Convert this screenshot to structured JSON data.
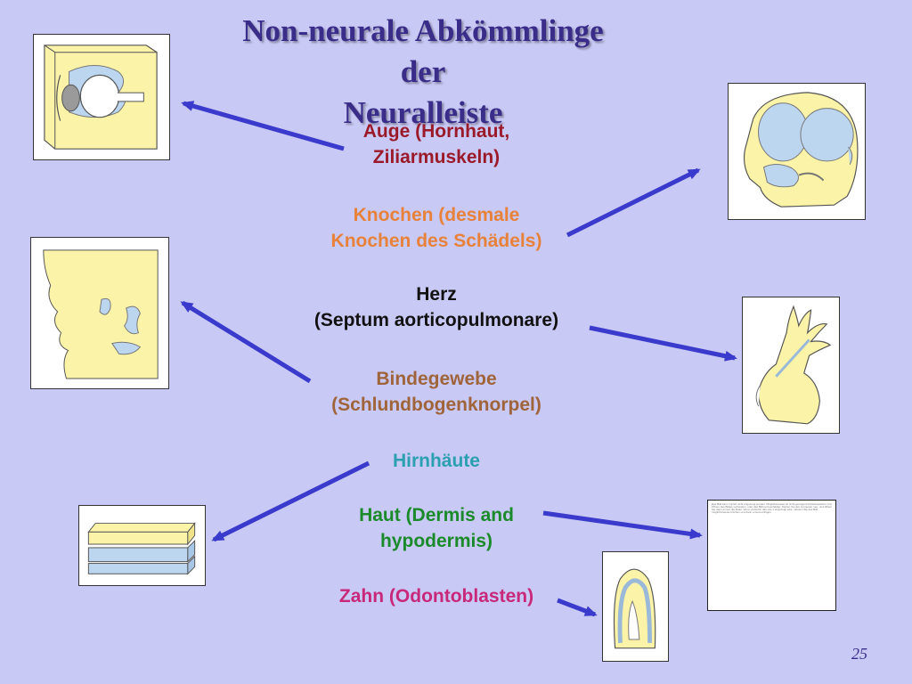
{
  "title": {
    "line1": "Non-neurale Abkömmlinge der",
    "line2": "Neuralleiste"
  },
  "labels": {
    "auge": {
      "line1": "Auge (Hornhaut,",
      "line2": "Ziliarmuskeln)",
      "color": "#9b1a2a"
    },
    "knochen": {
      "line1": "Knochen (desmale",
      "line2": "Knochen des Schädels)",
      "color": "#e8813a"
    },
    "herz": {
      "line1": "Herz",
      "line2": "(Septum aorticopulmonare)",
      "color": "#111111"
    },
    "bindegewebe": {
      "line1": "Bindegewebe",
      "line2": "(Schlundbogenknorpel)",
      "color": "#a0643a"
    },
    "hirnhaeute": {
      "line1": "Hirnhäute",
      "color": "#2aa0b0"
    },
    "haut": {
      "line1": "Haut (Dermis and",
      "line2": "hypodermis)",
      "color": "#1a8a2a"
    },
    "zahn": {
      "line1": "Zahn (Odontoblasten)",
      "color": "#c8287a"
    }
  },
  "colors": {
    "background": "#c9c9f5",
    "arrow": "#3a3acc",
    "title": "#3a2d8a",
    "tissue": "#fbf3a8",
    "tissue_blue": "#bcd6f0"
  },
  "images": {
    "eye": "eye-cross-section",
    "skull": "fetal-skull",
    "face": "embryo-face-profile",
    "heart": "heart-outflow-tract",
    "skin": "skin-layers",
    "tooth": "tooth-germ",
    "placeholder": "missing-image-placeholder"
  },
  "placeholder_text": "Das Bild kann zurzeit nicht angezeigt werden. Möglicherweise ist nicht genügend Arbeitsspeicher zum Öffnen des Bildes vorhanden, oder das Bild ist beschädigt. Starten Sie den Computer neu, und öffnen Sie dann erneut die Datei. Wenn weiterhin das rote x angezeigt wird, müssen Sie das Bild möglicherweise löschen und dann erneut einfügen.",
  "page_number": "25"
}
